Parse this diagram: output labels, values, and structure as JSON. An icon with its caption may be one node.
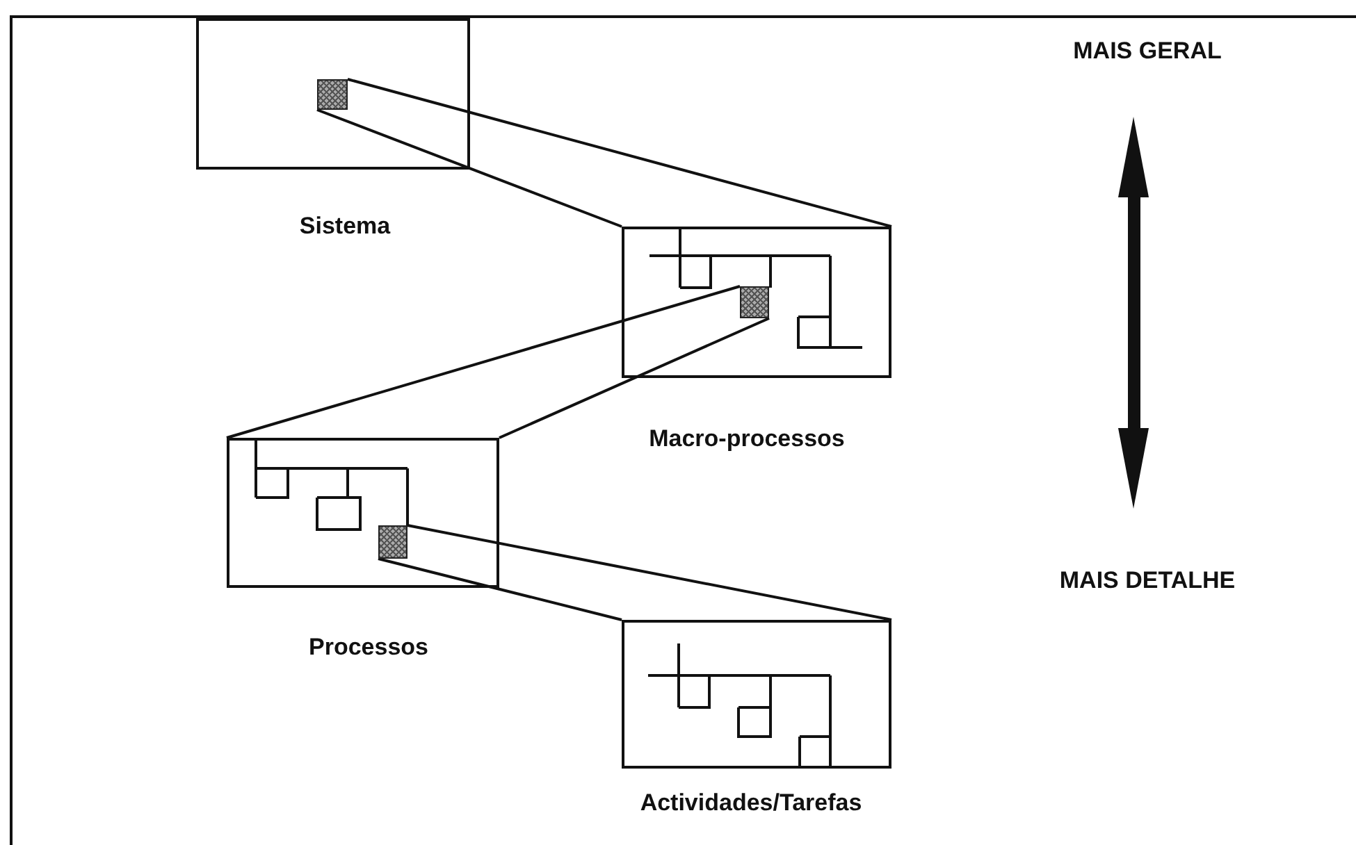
{
  "diagram": {
    "nodes": [
      {
        "text": [
          "Sistema"
        ]
      },
      {
        "text": [],
        "shape": "box",
        "in": 0
      },
      {
        "text": [
          "Macro-processos"
        ]
      },
      {
        "text": [],
        "shape": "box",
        "in": 2
      },
      {
        "text": [
          "Processos"
        ]
      },
      {
        "text": [],
        "shape": "box",
        "in": 4
      },
      {
        "text": [
          "Actividades/Tarefas"
        ]
      }
    ],
    "edges": [
      {
        "from": 1,
        "to": 2,
        "arrow": "none"
      },
      {
        "from": 1,
        "to": 2,
        "arrow": "none"
      },
      {
        "from": 3,
        "to": 4,
        "arrow": "none"
      },
      {
        "from": 3,
        "to": 4,
        "arrow": "none"
      },
      {
        "from": 5,
        "to": 6,
        "arrow": "none"
      },
      {
        "from": 5,
        "to": 6,
        "arrow": "none"
      }
    ],
    "labels": [
      "MAIS GERAL",
      "MAIS DETALHE"
    ]
  }
}
